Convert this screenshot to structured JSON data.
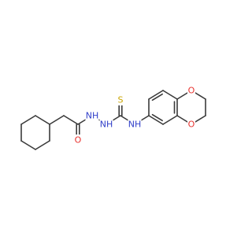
{
  "atoms": [
    {
      "id": "S",
      "label": "S",
      "color": "#c9a400"
    },
    {
      "id": "O_amide",
      "label": "O",
      "color": "#e8322e"
    },
    {
      "id": "N_amide",
      "label": "NH",
      "color": "#2f3ec9"
    },
    {
      "id": "N_hydrazide",
      "label": "NH",
      "color": "#2f3ec9"
    },
    {
      "id": "N_aryl",
      "label": "NH",
      "color": "#2f3ec9"
    },
    {
      "id": "O_ring_top",
      "label": "O",
      "color": "#e8322e"
    },
    {
      "id": "O_ring_bottom",
      "label": "O",
      "color": "#e8322e"
    }
  ],
  "colors": {
    "bond": "#3a3a3a",
    "background": "#ffffff"
  }
}
